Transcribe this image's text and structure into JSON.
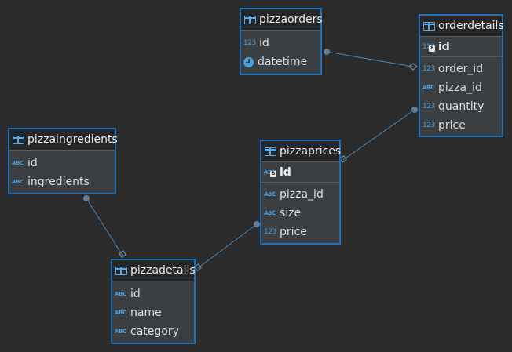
{
  "colors": {
    "background": "#2b2b2b",
    "table_fill": "#3c3f41",
    "table_border": "#1e6fb5",
    "connector": "#4a86b4",
    "connector_dot": "#5f7e99",
    "type_icon": "#4a9ee0"
  },
  "tables": {
    "pizzaorders": {
      "title": "pizzaorders",
      "columns": [
        {
          "name": "id",
          "icon": "number-type-icon",
          "type_glyph": "123"
        },
        {
          "name": "datetime",
          "icon": "clock-icon",
          "type_glyph": ""
        }
      ]
    },
    "orderdetails": {
      "title": "orderdetails",
      "key": {
        "name": "id",
        "icon": "primary-key-number-icon",
        "type_glyph": "123"
      },
      "columns": [
        {
          "name": "order_id",
          "icon": "number-type-icon",
          "type_glyph": "123"
        },
        {
          "name": "pizza_id",
          "icon": "text-type-icon",
          "type_glyph": "ABC"
        },
        {
          "name": "quantity",
          "icon": "number-type-icon",
          "type_glyph": "123"
        },
        {
          "name": "price",
          "icon": "number-type-icon",
          "type_glyph": "123"
        }
      ]
    },
    "pizzaingredients": {
      "title": "pizzaingredients",
      "columns": [
        {
          "name": "id",
          "icon": "text-type-icon",
          "type_glyph": "ABC"
        },
        {
          "name": "ingredients",
          "icon": "text-type-icon",
          "type_glyph": "ABC"
        }
      ]
    },
    "pizzaprices": {
      "title": "pizzaprices",
      "key": {
        "name": "id",
        "icon": "primary-key-text-icon",
        "type_glyph": "ABC"
      },
      "columns": [
        {
          "name": "pizza_id",
          "icon": "text-type-icon",
          "type_glyph": "ABC"
        },
        {
          "name": "size",
          "icon": "text-type-icon",
          "type_glyph": "ABC"
        },
        {
          "name": "price",
          "icon": "number-type-icon",
          "type_glyph": "123"
        }
      ]
    },
    "pizzadetails": {
      "title": "pizzadetails",
      "columns": [
        {
          "name": "id",
          "icon": "text-type-icon",
          "type_glyph": "ABC"
        },
        {
          "name": "name",
          "icon": "text-type-icon",
          "type_glyph": "ABC"
        },
        {
          "name": "category",
          "icon": "text-type-icon",
          "type_glyph": "ABC"
        }
      ]
    }
  },
  "relationships": [
    {
      "from": "pizzaorders",
      "to": "orderdetails"
    },
    {
      "from": "pizzaprices",
      "to": "orderdetails"
    },
    {
      "from": "pizzaingredients",
      "to": "pizzadetails"
    },
    {
      "from": "pizzadetails",
      "to": "pizzaprices"
    }
  ],
  "key_badge_glyph": "8"
}
